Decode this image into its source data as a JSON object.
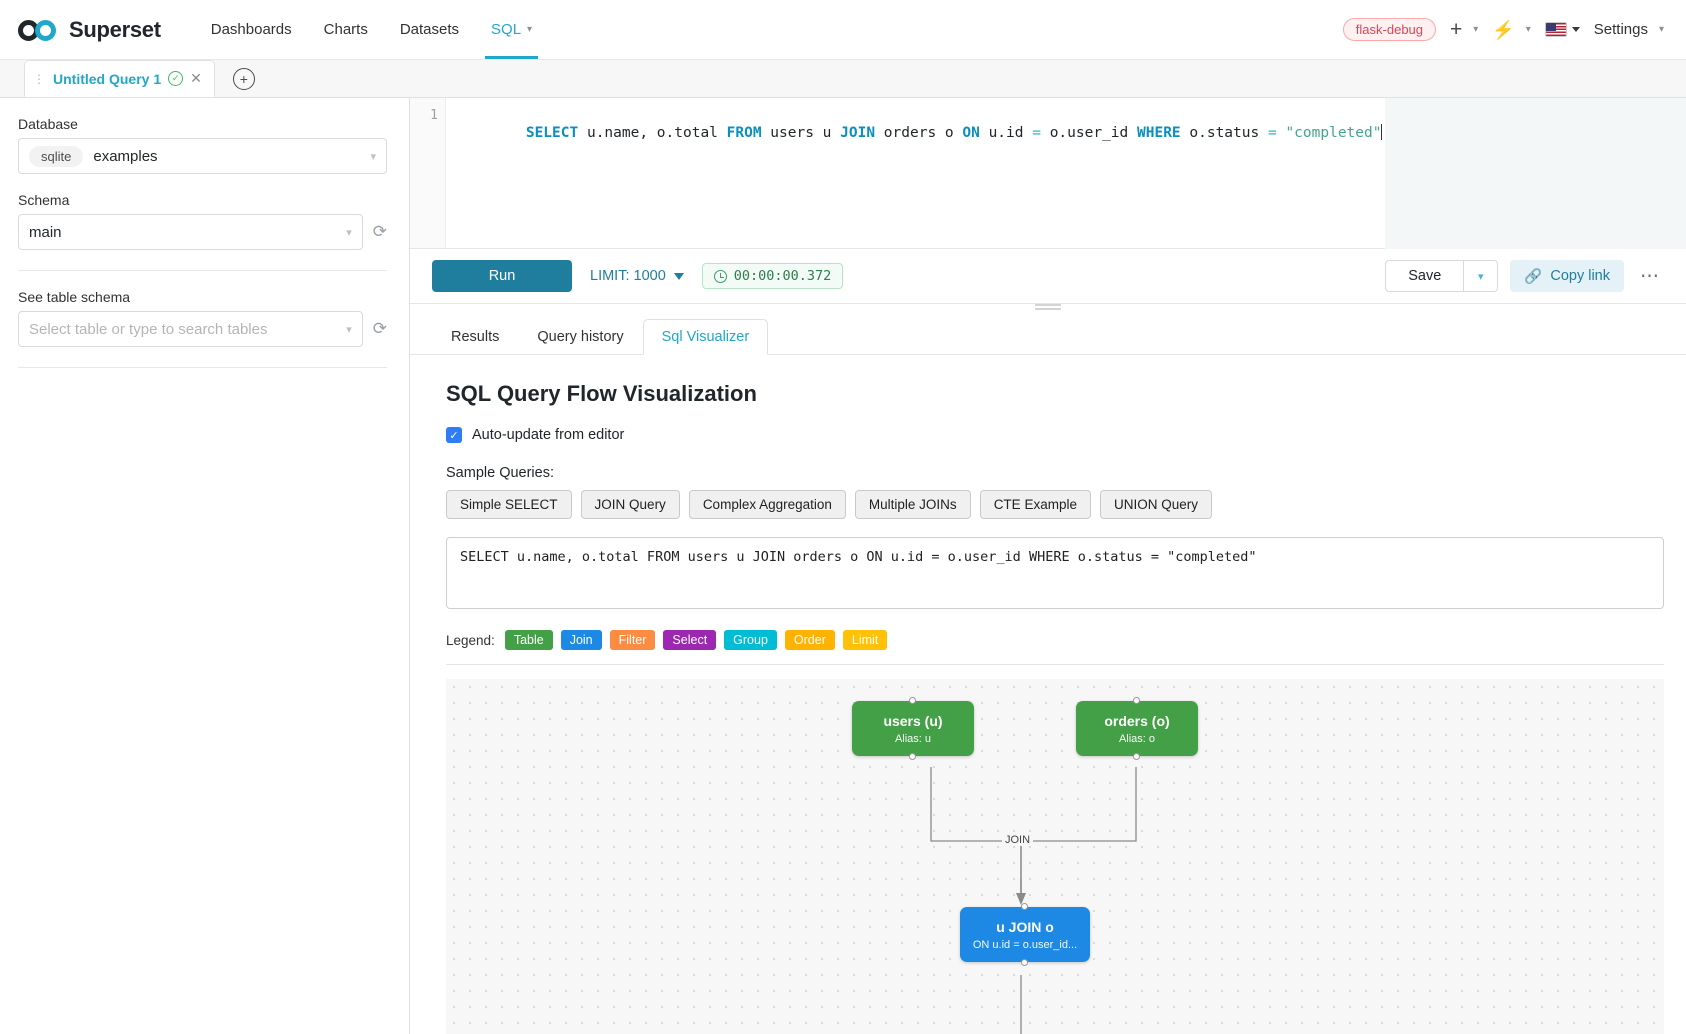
{
  "header": {
    "brand": "Superset",
    "nav": [
      {
        "label": "Dashboards",
        "active": false
      },
      {
        "label": "Charts",
        "active": false
      },
      {
        "label": "Datasets",
        "active": false
      },
      {
        "label": "SQL",
        "active": true
      }
    ],
    "debug_badge": "flask-debug",
    "plus_icon": "plus-icon",
    "bolt_icon": "lightning-bolt-icon",
    "flag_icon": "us-flag-icon",
    "settings": "Settings"
  },
  "query_tabs": {
    "tab_label": "Untitled Query 1",
    "status_icon": "check-circle-icon",
    "close_icon": "close-icon",
    "add_icon": "add-tab-icon"
  },
  "sidebar": {
    "database_label": "Database",
    "database_engine": "sqlite",
    "database_value": "examples",
    "schema_label": "Schema",
    "schema_value": "main",
    "table_label": "See table schema",
    "table_placeholder": "Select table or type to search tables",
    "refresh_icon": "refresh-icon"
  },
  "editor": {
    "line_number": "1",
    "tokens": [
      {
        "t": "SELECT",
        "c": "kw"
      },
      {
        "t": " u.name, o.total ",
        "c": "ident"
      },
      {
        "t": "FROM",
        "c": "kw"
      },
      {
        "t": " users u ",
        "c": "ident"
      },
      {
        "t": "JOIN",
        "c": "kw"
      },
      {
        "t": " orders o ",
        "c": "ident"
      },
      {
        "t": "ON",
        "c": "kw"
      },
      {
        "t": " u.id ",
        "c": "ident"
      },
      {
        "t": "=",
        "c": "op"
      },
      {
        "t": " o.user_id ",
        "c": "ident"
      },
      {
        "t": "WHERE",
        "c": "kw"
      },
      {
        "t": " o.status ",
        "c": "ident"
      },
      {
        "t": "=",
        "c": "op"
      },
      {
        "t": " ",
        "c": "ident"
      },
      {
        "t": "\"completed\"",
        "c": "str"
      }
    ]
  },
  "toolbar": {
    "run_label": "Run",
    "limit_label": "LIMIT: 1000",
    "timer": "00:00:00.372",
    "timer_icon": "clock-icon",
    "save_label": "Save",
    "copy_link_label": "Copy link",
    "link_icon": "link-icon",
    "more_label": "⋯"
  },
  "result_tabs": [
    {
      "label": "Results",
      "active": false
    },
    {
      "label": "Query history",
      "active": false
    },
    {
      "label": "Sql Visualizer",
      "active": true
    }
  ],
  "visualizer": {
    "title": "SQL Query Flow Visualization",
    "auto_update_label": "Auto-update from editor",
    "auto_update_checked": true,
    "check_glyph": "✓",
    "sample_label": "Sample Queries:",
    "sample_buttons": [
      "Simple SELECT",
      "JOIN Query",
      "Complex Aggregation",
      "Multiple JOINs",
      "CTE Example",
      "UNION Query"
    ],
    "sql_text": "SELECT u.name, o.total FROM users u JOIN orders o ON u.id = o.user_id WHERE o.status = \"completed\"",
    "legend_label": "Legend:",
    "legend": [
      {
        "label": "Table",
        "color": "#43a047"
      },
      {
        "label": "Join",
        "color": "#1e88e5"
      },
      {
        "label": "Filter",
        "color": "#fb8c41"
      },
      {
        "label": "Select",
        "color": "#9c27b0"
      },
      {
        "label": "Group",
        "color": "#00bcd4"
      },
      {
        "label": "Order",
        "color": "#ffb300"
      },
      {
        "label": "Limit",
        "color": "#ffc107"
      }
    ],
    "graph": {
      "nodes": [
        {
          "id": "users",
          "type": "table",
          "title": "users (u)",
          "sub": "Alias: u"
        },
        {
          "id": "orders",
          "type": "table",
          "title": "orders (o)",
          "sub": "Alias: o"
        },
        {
          "id": "join",
          "type": "join",
          "title": "u JOIN o",
          "sub": "ON u.id = o.user_id..."
        }
      ],
      "edges": [
        {
          "from": "users",
          "to": "join",
          "label": ""
        },
        {
          "from": "orders",
          "to": "join",
          "label": "JOIN"
        }
      ]
    }
  }
}
